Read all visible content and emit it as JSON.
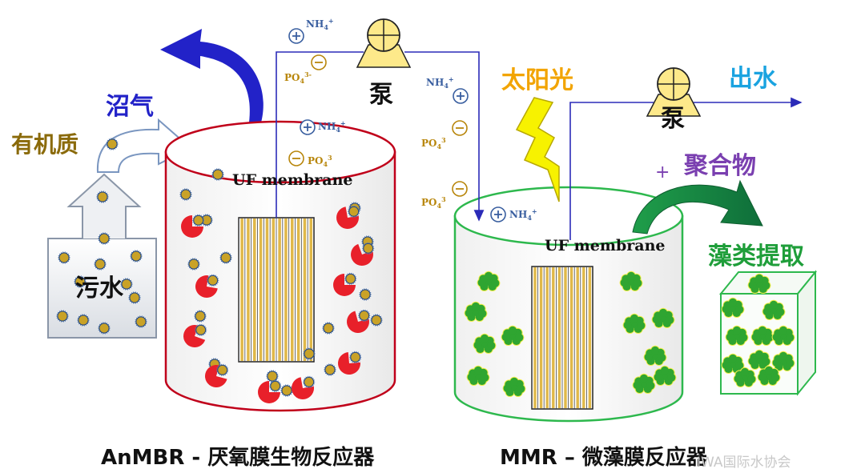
{
  "labels": {
    "biogas": "沼气",
    "organic": "有机质",
    "wastewater": "污水",
    "pump1": "泵",
    "pump2": "泵",
    "sunlight": "太阳光",
    "effluent": "出水",
    "polymer": "聚合物",
    "polymer_plus": "+",
    "algae_extract": "藻类提取",
    "uf1": "UF membrane",
    "uf2": "UF membrane",
    "nh4": "NH",
    "po4": "PO",
    "caption_left": "AnMBR - 厌氧膜生物反应器",
    "caption_right": "MMR – 微藻膜反应器",
    "watermark": "IWA国际水协会"
  },
  "colors": {
    "anmbr_wall": "#c0001a",
    "mmr_wall": "#2db84d",
    "pipe": "#2b2bb8",
    "biogas_arrow": "#2222c8",
    "organic_text": "#8a6a0a",
    "biogas_text": "#2222c8",
    "sun_text": "#f2a400",
    "effluent_text": "#1aa3e0",
    "polymer_text": "#7a3fb0",
    "extract_text": "#1f9e3a",
    "pump_fill": "#fde98a",
    "algae": "#2fa531",
    "bacteria_red": "#e8202a"
  },
  "icons": [
    "plus-ion-icon",
    "minus-ion-icon",
    "pump-icon",
    "lightning-icon",
    "algae-cluster-icon",
    "bacteria-icon"
  ]
}
